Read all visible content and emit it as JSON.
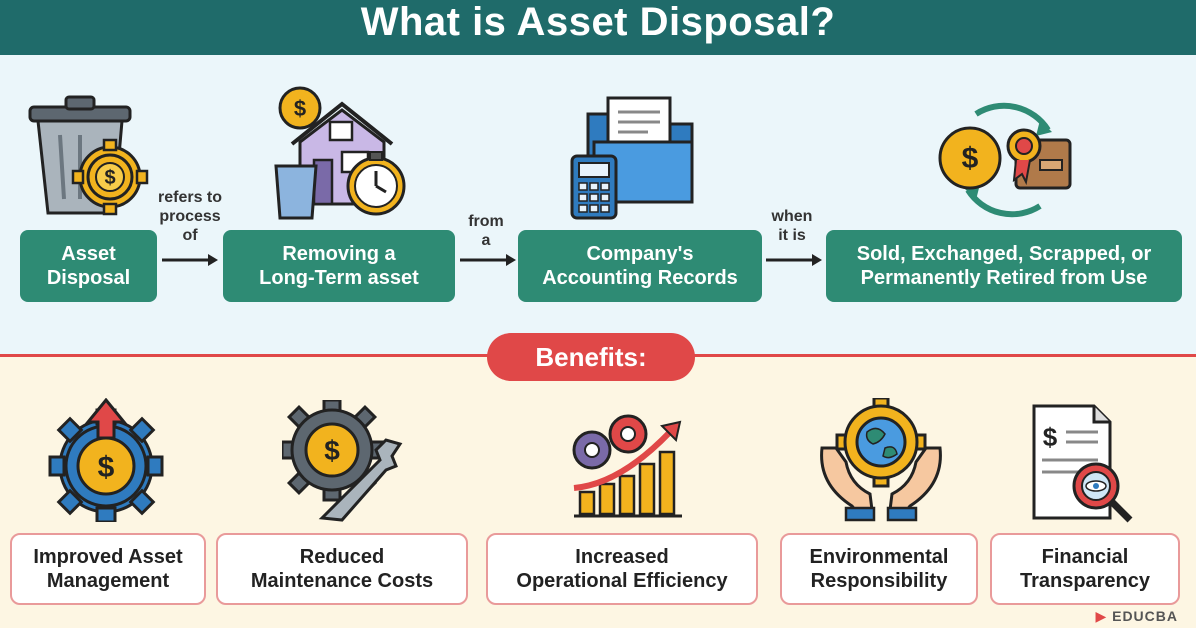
{
  "title": "What is Asset Disposal?",
  "steps": [
    {
      "line1": "Asset",
      "line2": "Disposal"
    },
    {
      "line1": "Removing a",
      "line2": "Long-Term asset"
    },
    {
      "line1": "Company's",
      "line2": "Accounting Records"
    },
    {
      "line1": "Sold, Exchanged, Scrapped, or",
      "line2": "Permanently Retired from Use"
    }
  ],
  "connectors": [
    {
      "line1": "refers to",
      "line2": "process",
      "line3": "of"
    },
    {
      "line1": "from",
      "line2": "a"
    },
    {
      "line1": "when",
      "line2": "it is"
    }
  ],
  "benefits_label": "Benefits:",
  "benefits": [
    {
      "line1": "Improved Asset",
      "line2": "Management"
    },
    {
      "line1": "Reduced",
      "line2": "Maintenance Costs"
    },
    {
      "line1": "Increased",
      "line2": "Operational Efficiency"
    },
    {
      "line1": "Environmental",
      "line2": "Responsibility"
    },
    {
      "line1": "Financial",
      "line2": "Transparency"
    }
  ],
  "logo_text": "EDUCBA",
  "colors": {
    "header": "#1f6b6a",
    "step_box": "#2e8b74",
    "accent_red": "#e04848",
    "top_bg": "#ebf6fa",
    "bottom_bg": "#fdf6e3"
  },
  "icons": {
    "steps": [
      "trash-bin-gear-dollar-icon",
      "house-dollar-clock-icon",
      "folder-calculator-icon",
      "dollar-certificate-cycle-icon"
    ],
    "benefits": [
      "gear-dollar-up-arrow-icon",
      "gear-dollar-wrench-icon",
      "gears-growth-chart-icon",
      "hands-globe-gear-icon",
      "document-magnifier-icon"
    ]
  }
}
